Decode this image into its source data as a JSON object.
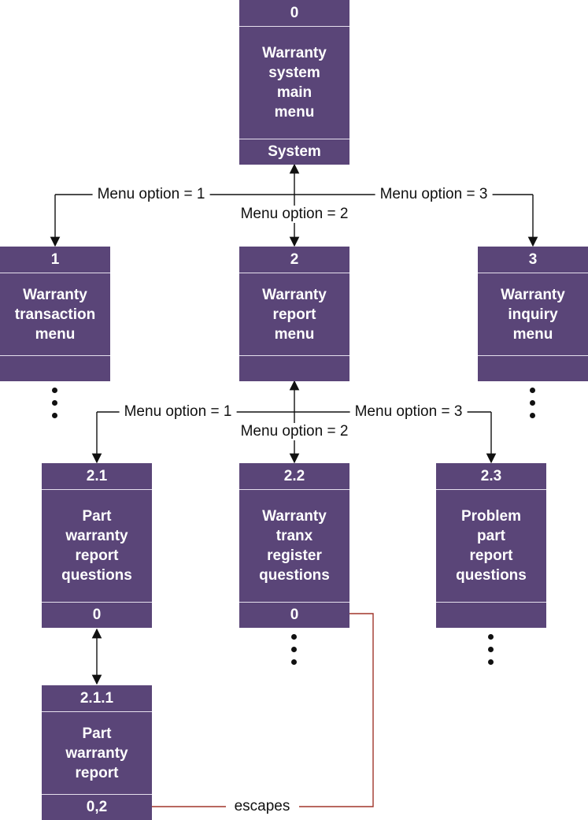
{
  "nodes": {
    "n0": {
      "id": "0",
      "title": "Warranty\nsystem\nmain\nmenu",
      "footer": "System"
    },
    "n1": {
      "id": "1",
      "title": "Warranty\ntransaction\nmenu",
      "footer": ""
    },
    "n2": {
      "id": "2",
      "title": "Warranty\nreport\nmenu",
      "footer": ""
    },
    "n3": {
      "id": "3",
      "title": "Warranty\ninquiry\nmenu",
      "footer": ""
    },
    "n21": {
      "id": "2.1",
      "title": "Part\nwarranty\nreport\nquestions",
      "footer": "0"
    },
    "n22": {
      "id": "2.2",
      "title": "Warranty\ntranx\nregister\nquestions",
      "footer": "0"
    },
    "n23": {
      "id": "2.3",
      "title": "Problem\npart\nreport\nquestions",
      "footer": ""
    },
    "n211": {
      "id": "2.1.1",
      "title": "Part\nwarranty\nreport",
      "footer": "0,2"
    }
  },
  "edges": {
    "top_opt1": "Menu option = 1",
    "top_opt2": "Menu option = 2",
    "top_opt3": "Menu option = 3",
    "mid_opt1": "Menu option = 1",
    "mid_opt2": "Menu option = 2",
    "mid_opt3": "Menu option = 3",
    "escapes": "escapes"
  },
  "colors": {
    "box_fill": "#5a4578",
    "arrow": "#111111",
    "escape_arrow": "#a0352a"
  }
}
